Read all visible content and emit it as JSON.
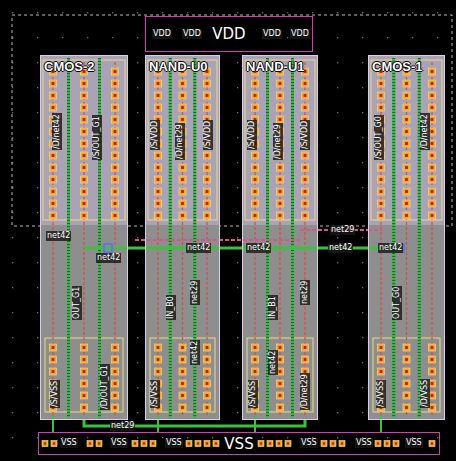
{
  "diagram": {
    "nodes": [
      {
        "text": [
          "VDD"
        ]
      },
      {
        "text": [
          "CMOS-2"
        ]
      },
      {
        "text": [
          "NAND-U0"
        ]
      },
      {
        "text": [
          "NAND-U1"
        ]
      },
      {
        "text": [
          "CMOS-1"
        ]
      },
      {
        "text": [
          "VSS"
        ]
      }
    ],
    "edges": [
      {
        "from": 1,
        "to": 2,
        "arrow": "none"
      },
      {
        "from": 2,
        "to": 3,
        "arrow": "none"
      },
      {
        "from": 3,
        "to": 4,
        "label": "net42",
        "arrow": "none"
      },
      {
        "from": 3,
        "to": 4,
        "label": "net29",
        "arrow": "none"
      },
      {
        "from": 1,
        "to": 3,
        "label": "net29",
        "arrow": "none"
      }
    ],
    "labels": [
      "VDD",
      "VDD",
      "VDD",
      "VDD",
      "VSS",
      "VSS",
      "VSS",
      "VSS",
      "VSS",
      "VSS",
      "/D/net42",
      "/S/OUT_G1",
      "/S/VDD",
      "/D/net29",
      "/S/VDD",
      "/S/VDD",
      "/D/net29",
      "/S/VDD",
      "/S/OUT_G0",
      "/D/net42",
      "net42",
      "net42",
      "OUT_G1",
      "IN_B0",
      "net29",
      "net42",
      "IN_B1",
      "net42",
      "net29",
      "OUT_G0",
      "/S/VSS",
      "/D/OUT_G1",
      "/S/VSS",
      "/S/VSS",
      "/D/net29",
      "/S/VSS",
      "/D/VSS",
      "net42",
      "net42",
      "net42"
    ]
  }
}
